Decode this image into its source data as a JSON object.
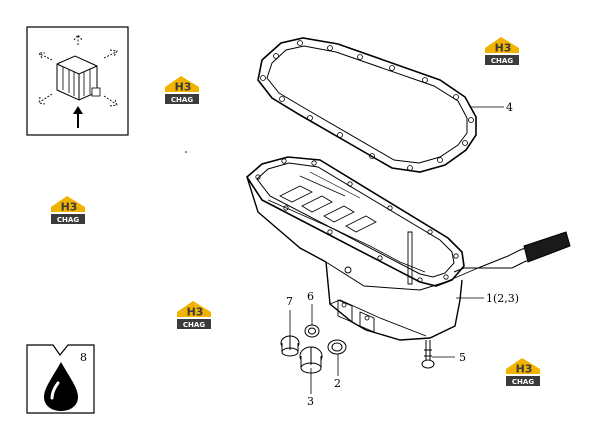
{
  "watermark": {
    "top_text": "H3",
    "bottom_text": "CHAG",
    "colors": {
      "gold": "#f2b300",
      "dark": "#3b3b3b",
      "white": "#ffffff"
    }
  },
  "callouts": {
    "c1": "1(2,3)",
    "c2": "2",
    "c3": "3",
    "c4": "4",
    "c5": "5",
    "c6": "6",
    "c7": "7",
    "c8": "8"
  },
  "icons": [
    "engine-orientation-icon",
    "oil-drop-icon"
  ]
}
